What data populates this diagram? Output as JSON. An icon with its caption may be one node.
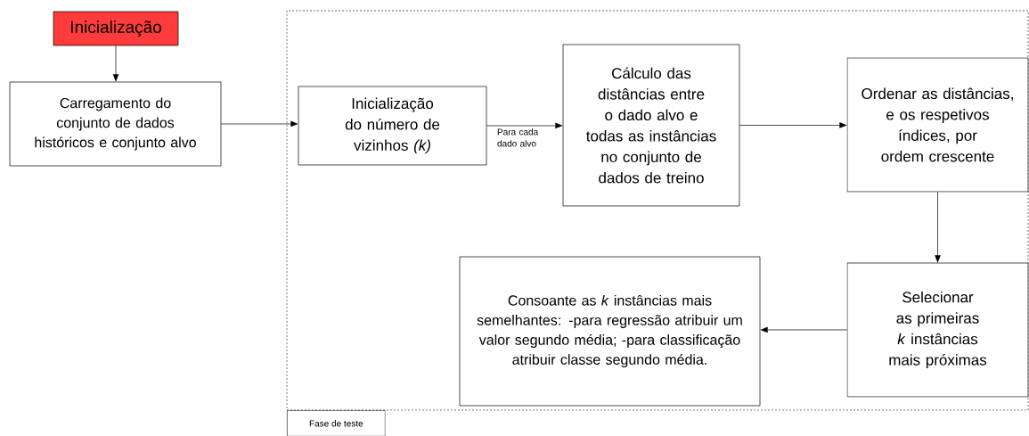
{
  "diagram": {
    "nodes": [
      {
        "text": [
          "Inicialização"
        ]
      },
      {
        "text": [
          "Carregamento do conjunto de dados históricos e conjunto alvo"
        ]
      },
      {
        "text": [
          "Fase de teste"
        ]
      },
      {
        "text": [
          "Inicialização do número de vizinhos *(k)*"
        ],
        "in": 2
      },
      {
        "text": [
          "Cálculo das distâncias entre o dado alvo e todas as instâncias no conjunto de dados de treino"
        ],
        "in": 2
      },
      {
        "text": [
          "Ordenar as distâncias, e os respetivos índices, por ordem crescente"
        ],
        "in": 2
      },
      {
        "text": [
          "Selecionar as primeiras *k* instâncias mais próximas"
        ],
        "in": 2
      },
      {
        "text": [
          "Consoante as *k* instâncias mais semelhantes: -para regressão atribuir um valor segundo média; -para classificação atribuir classe segundo média."
        ],
        "in": 2
      }
    ],
    "edges": [
      {
        "from": 0,
        "to": 1,
        "arrow": "to"
      },
      {
        "from": 1,
        "to": 3,
        "arrow": "to"
      },
      {
        "from": 3,
        "to": 4,
        "arrow": "to",
        "label": "Para cada dado alvo"
      },
      {
        "from": 4,
        "to": 5,
        "arrow": "to"
      },
      {
        "from": 5,
        "to": 6,
        "arrow": "to"
      },
      {
        "from": 6,
        "to": 7,
        "arrow": "to"
      }
    ]
  }
}
